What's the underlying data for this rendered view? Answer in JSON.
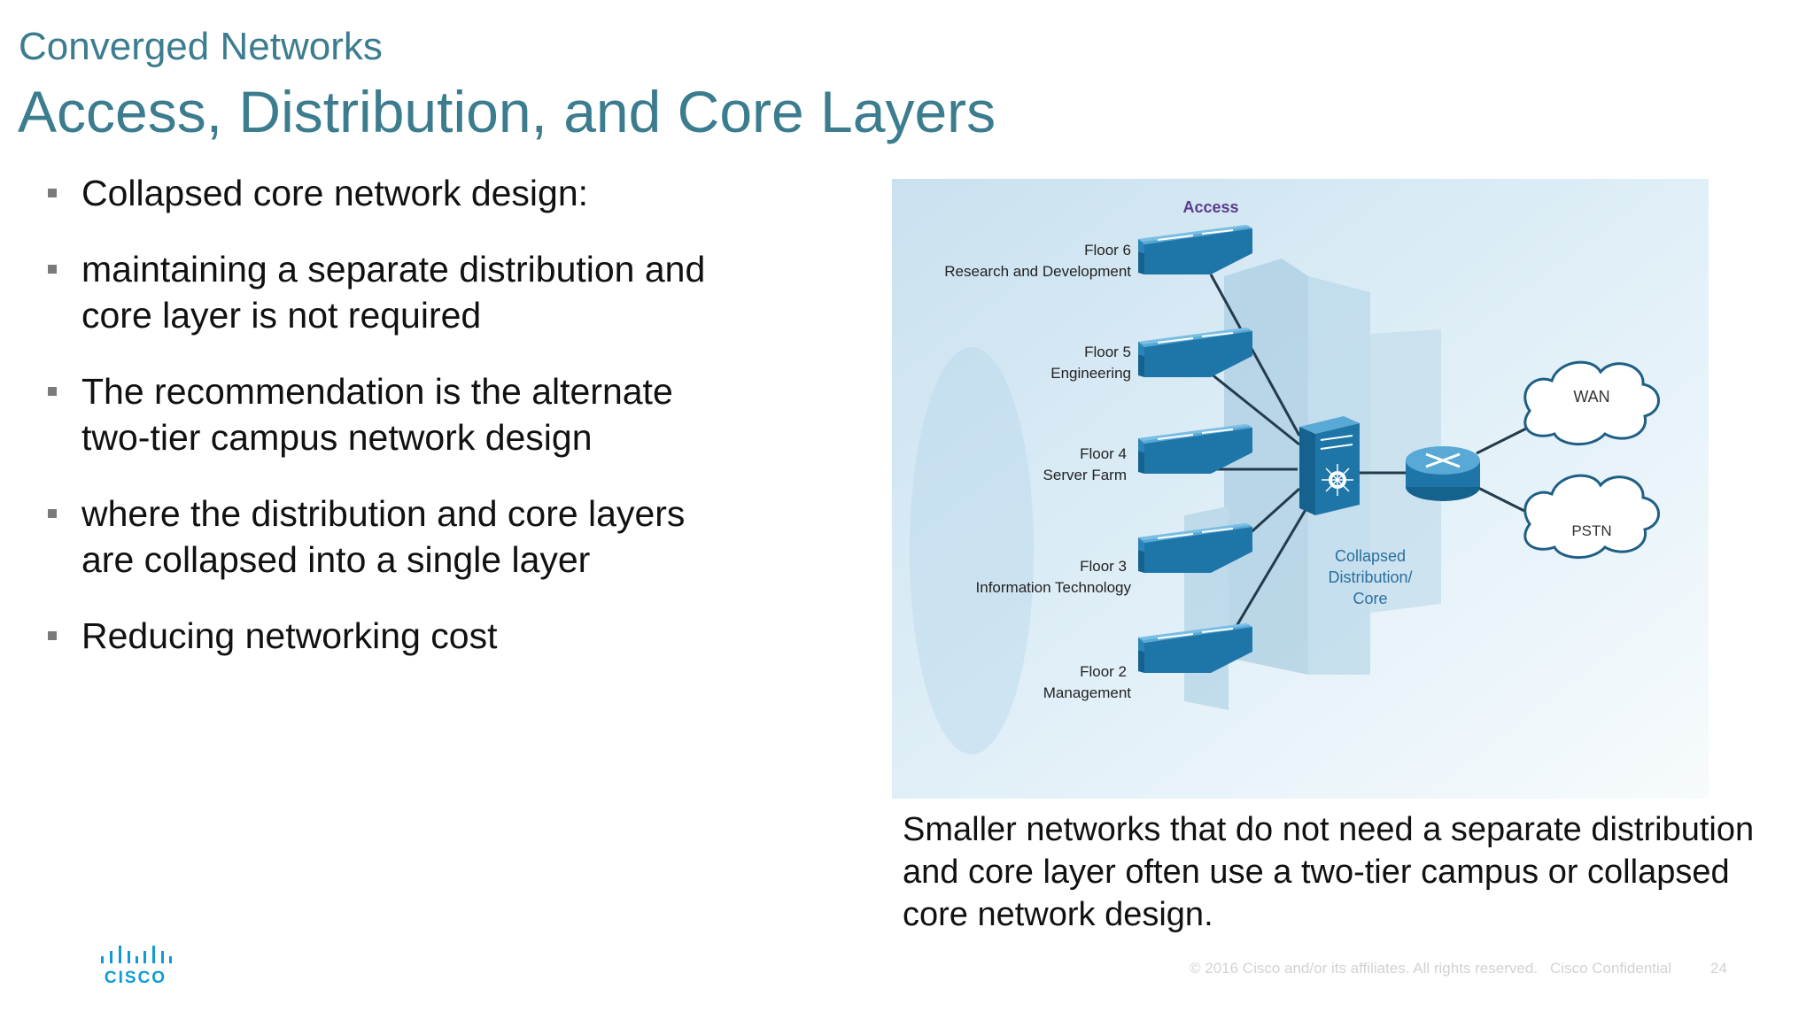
{
  "slide": {
    "subtitle": "Converged Networks",
    "title": "Access, Distribution, and Core Layers"
  },
  "bullets": [
    "Collapsed core network design:",
    "maintaining a separate distribution and core layer is not required",
    "The recommendation is the alternate two-tier campus network design",
    "where the distribution and core layers are collapsed into a single layer",
    "Reducing networking cost"
  ],
  "diagram": {
    "access_label": "Access",
    "floors": [
      {
        "floor": "Floor 6",
        "dept": "Research and Development"
      },
      {
        "floor": "Floor 5",
        "dept": "Engineering"
      },
      {
        "floor": "Floor 4",
        "dept": "Server Farm"
      },
      {
        "floor": "Floor 3",
        "dept": "Information Technology"
      },
      {
        "floor": "Floor 2",
        "dept": "Management"
      }
    ],
    "core_label": [
      "Collapsed",
      "Distribution/",
      "Core"
    ],
    "wan_label": "WAN",
    "pstn_label": "PSTN",
    "colors": {
      "device": "#1e76a8",
      "device_top": "#58a9d6",
      "access_text": "#5a3c8e",
      "core_text": "#2b6f9e"
    },
    "icons": [
      "access-switch-icon",
      "multilayer-switch-icon",
      "router-icon",
      "cloud-icon"
    ]
  },
  "caption": "Smaller networks that do not need a separate distribution and core layer often use a two-tier campus or collapsed core network design.",
  "footer": {
    "copyright": "© 2016  Cisco and/or its affiliates. All rights reserved.",
    "confidential": "Cisco Confidential",
    "page_number": "24"
  },
  "logo": {
    "text": "CISCO",
    "icon": "cisco-bars-icon"
  }
}
